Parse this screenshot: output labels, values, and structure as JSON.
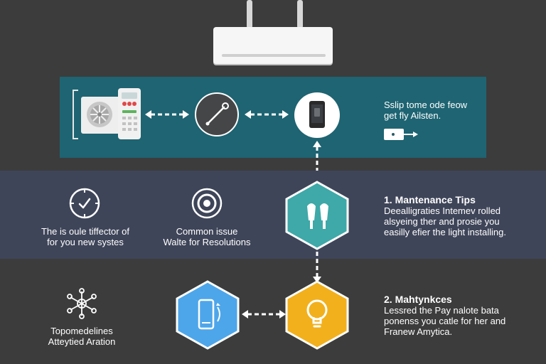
{
  "top_panel": {
    "lines": [
      "Sslip tome ode feow",
      "get fly Ailsten."
    ]
  },
  "middle_band": {
    "left_caption": [
      "The is oule tiffector of",
      "for you new systes"
    ],
    "center_caption": [
      "Common issue",
      "Walte for Resolutions"
    ],
    "right_block": {
      "title": "1. Mantenance Tips",
      "lines": [
        "Deealligraties Intemev rolled",
        "alsyeing ther and prosie you",
        "easilly efier the light installing."
      ]
    }
  },
  "bottom_band": {
    "left_caption": [
      "Topomedelines",
      "Atteytied Aration"
    ],
    "right_block": {
      "title": "2. Mahtynkces",
      "lines": [
        "Lessred the Pay nalote bata",
        "ponenss you catle for her and",
        "Franew Amytica."
      ]
    }
  },
  "colors": {
    "background": "#3c3c3c",
    "teal_band": "#1e6472",
    "navy_band": "#3f4559",
    "hex_teal": "#3fa8a8",
    "hex_blue": "#4ea6ea",
    "hex_yellow": "#f2b01c"
  },
  "icons": [
    "air-conditioner-unit-icon",
    "outdoor-unit-icon",
    "remote-control-icon",
    "wrench-icon",
    "smartphone-icon",
    "usb-key-icon",
    "clock-icon",
    "target-icon",
    "air-vent-icon",
    "network-icon",
    "phone-sync-icon",
    "lightbulb-icon"
  ]
}
